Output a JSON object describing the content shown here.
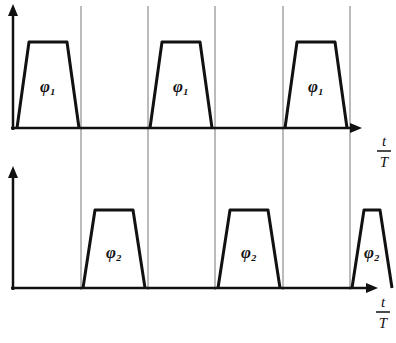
{
  "diagram": {
    "labels": [
      "φ₁",
      "φ₁",
      "φ₁",
      "φ₂",
      "φ₂",
      "φ₂",
      "t",
      "T",
      "t",
      "T"
    ]
  }
}
